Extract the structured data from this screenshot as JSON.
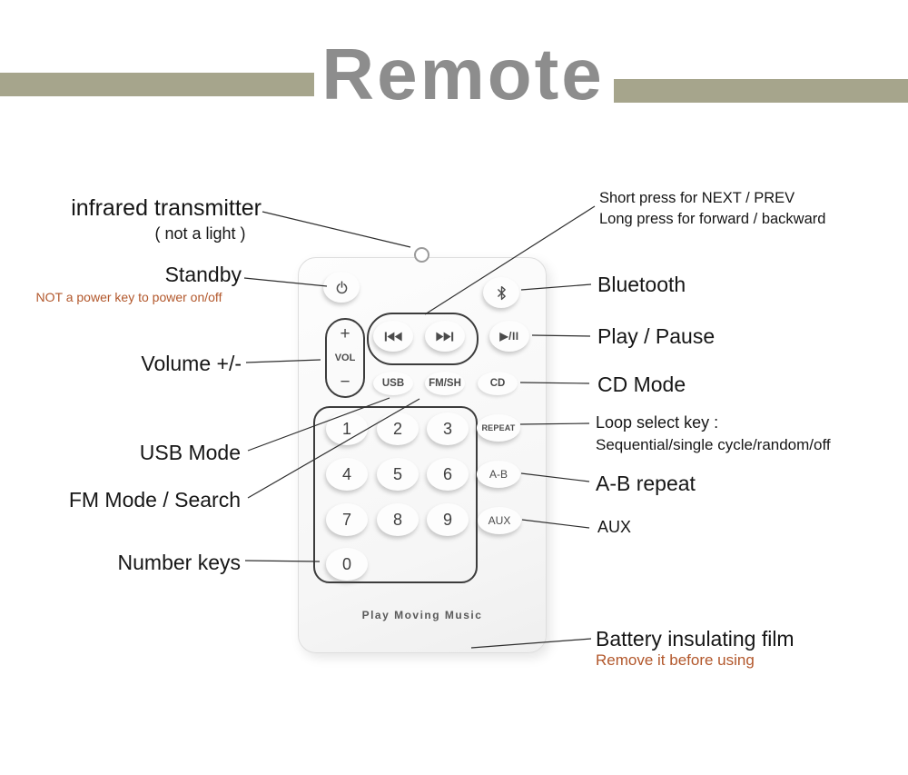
{
  "header": {
    "title": "Remote"
  },
  "colors": {
    "header_bar": "#a6a58c",
    "title_text": "#8d8d8d",
    "warning_text": "#b2572b"
  },
  "annotations": {
    "left": [
      {
        "title": "infrared transmitter",
        "subtitle": "( not a light )"
      },
      {
        "title": "Standby",
        "note": "NOT a power key to power on/off"
      },
      {
        "title": "Volume +/-"
      },
      {
        "title": "USB Mode"
      },
      {
        "title": "FM Mode / Search"
      },
      {
        "title": "Number keys"
      }
    ],
    "right": [
      {
        "line1": "Short press for NEXT / PREV",
        "line2": "Long press for forward / backward"
      },
      {
        "title": "Bluetooth"
      },
      {
        "title": "Play / Pause"
      },
      {
        "title": "CD Mode"
      },
      {
        "title": "Loop select key :",
        "subtitle": "Sequential/single cycle/random/off"
      },
      {
        "title": "A-B repeat"
      },
      {
        "title": "AUX"
      },
      {
        "title": "Battery insulating film",
        "note": "Remove it before using"
      }
    ]
  },
  "remote": {
    "brand": "Play Moving Music",
    "play_pause": "▶/II",
    "vol": {
      "plus": "+",
      "label": "VOL",
      "minus": "−"
    },
    "modes": {
      "usb": "USB",
      "fm": "FM/SH",
      "cd": "CD"
    },
    "keys": {
      "digits": [
        "1",
        "2",
        "3",
        "4",
        "5",
        "6",
        "7",
        "8",
        "9",
        "0"
      ],
      "repeat": "REPEAT",
      "ab": "A-B",
      "aux": "AUX"
    },
    "icons": {
      "power": "power-icon",
      "bluetooth": "bluetooth-icon",
      "previous": "previous-track-icon",
      "next": "next-track-icon",
      "ir_lens": "ir-transmitter-lens"
    }
  }
}
